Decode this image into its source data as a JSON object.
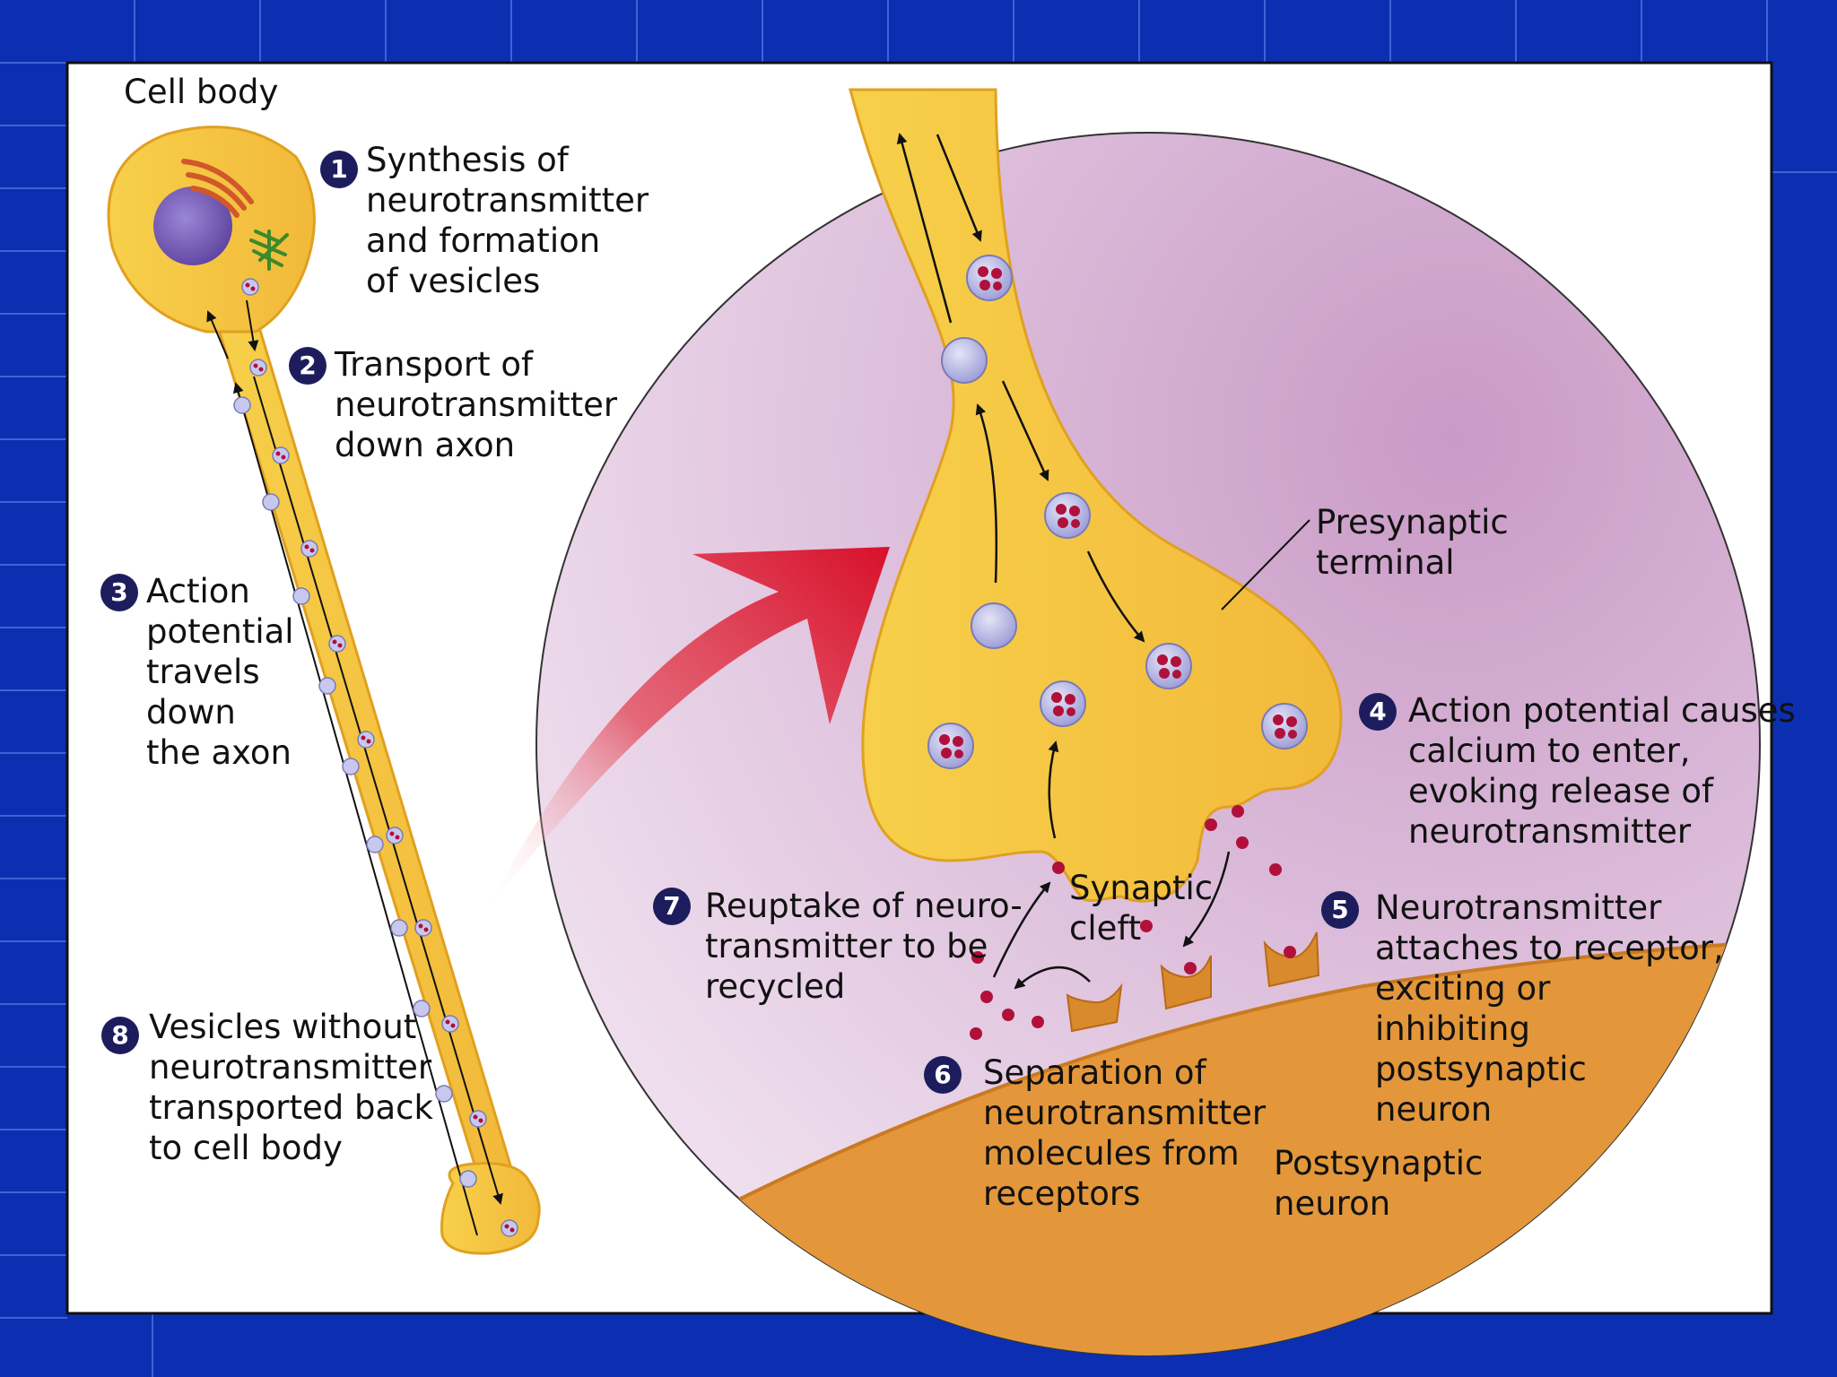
{
  "labels": {
    "cell_body": "Cell body",
    "presynaptic_terminal": "Presynaptic\nterminal",
    "synaptic_cleft": "Synaptic\ncleft",
    "postsynaptic_neuron": "Postsynaptic\nneuron"
  },
  "steps": [
    {
      "number": "1",
      "text": "Synthesis of\nneurotransmitter\nand formation\nof vesicles"
    },
    {
      "number": "2",
      "text": "Transport of\nneurotransmitter\ndown axon"
    },
    {
      "number": "3",
      "text": "Action\npotential\ntravels\ndown\nthe axon"
    },
    {
      "number": "4",
      "text": "Action potential causes\ncalcium to enter,\nevoking release of\nneurotransmitter"
    },
    {
      "number": "5",
      "text": "Neurotransmitter\nattaches to receptor,\nexciting or\ninhibiting\npostsynaptic\nneuron"
    },
    {
      "number": "6",
      "text": "Separation of\nneurotransmitter\nmolecules from\nreceptors"
    },
    {
      "number": "7",
      "text": "Reuptake of neuro-\ntransmitter to be\nrecycled"
    },
    {
      "number": "8",
      "text": "Vesicles without\nneurotransmitter\ntransported back\nto cell body"
    }
  ],
  "colors": {
    "slide_background": "#0b2fb0",
    "panel": "#ffffff",
    "neuron_yellow": "#f5c542",
    "neuron_outline": "#e0a020",
    "circle_background": "#d8b4d6",
    "postsynaptic": "#e3973a",
    "vesicle_full": "#b8b8e6",
    "neurotransmitter": "#b0103a",
    "nucleus": "#6a4fb0",
    "arrow_red": "#d8102a",
    "step_badge": "#1d1d5e"
  }
}
